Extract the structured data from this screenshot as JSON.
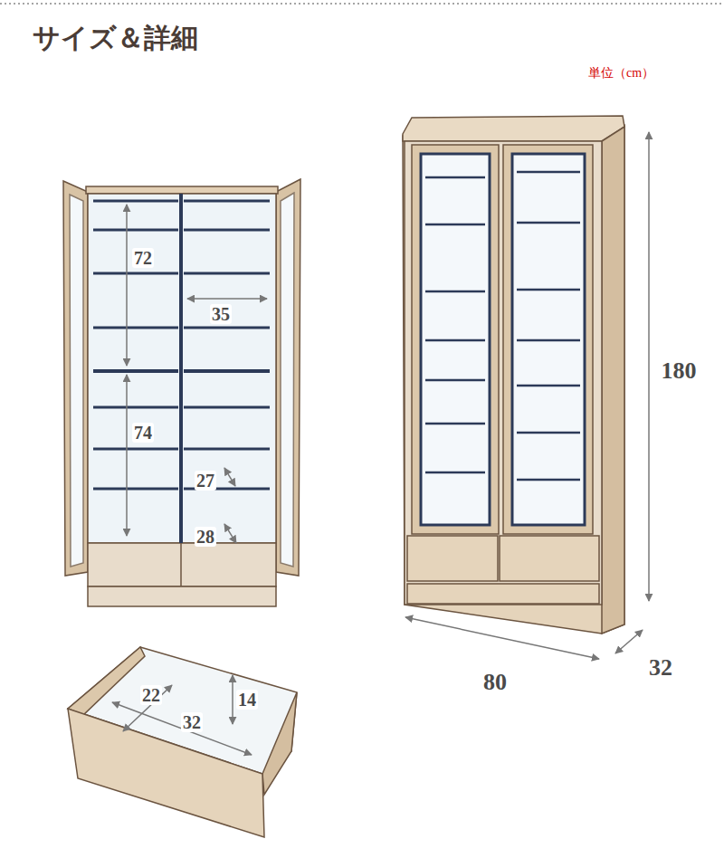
{
  "diagram": {
    "title": "サイズ＆詳細",
    "labels": [
      "単位（cm）",
      "72",
      "35",
      "74",
      "27",
      "28",
      "180",
      "80",
      "32",
      "22",
      "14",
      "32"
    ]
  }
}
